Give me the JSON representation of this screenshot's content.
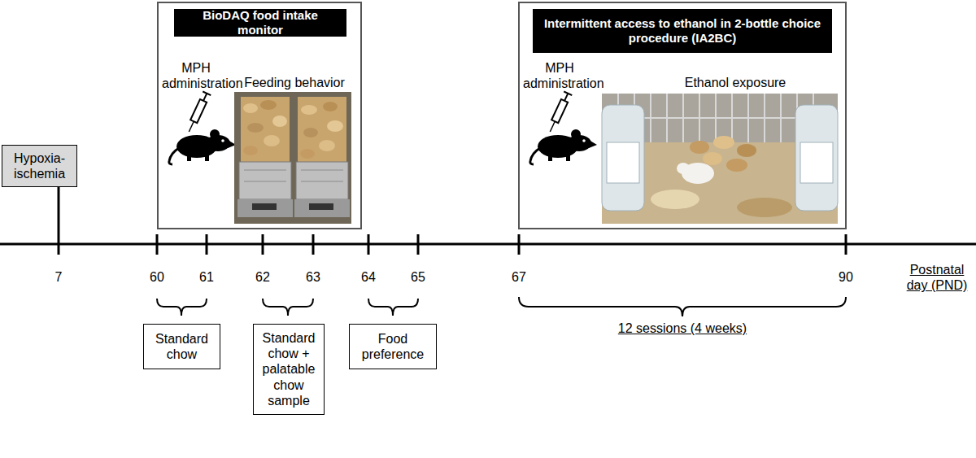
{
  "diagram": {
    "nodes": [
      {
        "text": [
          "Hypoxia-ischemia"
        ]
      },
      {
        "text": [
          "MPH administration",
          "Feeding behavior"
        ]
      },
      {
        "text": [
          "BioDAQ food intake monitor"
        ],
        "in": 1
      },
      {
        "text": [
          "MPH administration",
          "Ethanol exposure"
        ]
      },
      {
        "text": [
          "Intermittent access to ethanol in 2-bottle choice procedure (IA2BC)"
        ],
        "in": 3
      },
      {
        "text": [
          "Standard chow"
        ]
      },
      {
        "text": [
          "Standard chow + palatable chow sample"
        ]
      },
      {
        "text": [
          "Food preference"
        ]
      }
    ],
    "labels": [
      "7",
      "60",
      "61",
      "62",
      "63",
      "64",
      "65",
      "67",
      "90",
      "Postnatal day (PND)",
      "12 sessions (4 weeks)"
    ]
  }
}
